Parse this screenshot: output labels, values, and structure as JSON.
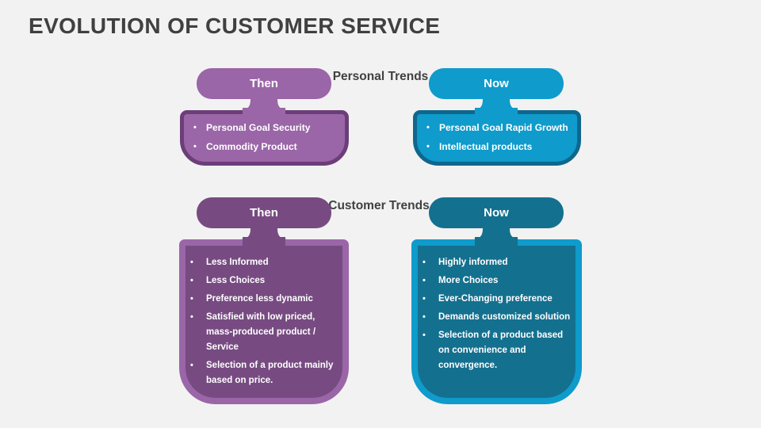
{
  "slide": {
    "title": "EVOLUTION OF CUSTOMER SERVICE"
  },
  "bullet_glyph": "•",
  "palette": {
    "background": "#F2F2F2",
    "title_text": "#404040",
    "purple_medium": "#9A66A7",
    "purple_deep": "#774B82",
    "purple_border": "#6C3E79",
    "blue_bright": "#0F9BCB",
    "blue_deep": "#14708F",
    "blue_border": "#0F678C",
    "bullet_text": "#FFFFFF"
  },
  "sections": [
    {
      "label": "Personal Trends",
      "then": {
        "tab": "Then",
        "items": [
          "Personal Goal Security",
          "Commodity Product"
        ]
      },
      "now": {
        "tab": "Now",
        "items": [
          "Personal Goal Rapid Growth",
          "Intellectual products"
        ]
      }
    },
    {
      "label": "Customer Trends",
      "then": {
        "tab": "Then",
        "items": [
          "Less Informed",
          "Less Choices",
          "Preference less dynamic",
          "Satisfied with low priced, mass-produced product / Service",
          "Selection of a product mainly based on price."
        ]
      },
      "now": {
        "tab": "Now",
        "items": [
          "Highly informed",
          "More Choices",
          "Ever-Changing preference",
          "Demands customized solution",
          "Selection of a product based on convenience and convergence."
        ]
      }
    }
  ]
}
